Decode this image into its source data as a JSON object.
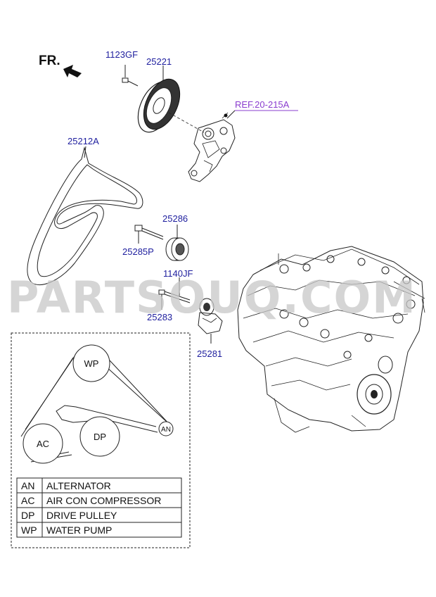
{
  "direction": {
    "label": "FR."
  },
  "watermark": "PARTSOUQ.COM",
  "parts": {
    "bolt_pulley": "1123GF",
    "pulley": "25221",
    "ref_water_pump": "REF.20-215A",
    "belt": "25212A",
    "idler": "25286",
    "idler_bolt": "25285P",
    "tensioner_bolt": "1140JF",
    "tensioner_bolt2": "25283",
    "tensioner": "25281"
  },
  "belt_layout": {
    "circles": [
      {
        "code": "WP"
      },
      {
        "code": "DP"
      },
      {
        "code": "AC"
      },
      {
        "code": "AN"
      }
    ]
  },
  "legend": [
    {
      "code": "AN",
      "name": "ALTERNATOR"
    },
    {
      "code": "AC",
      "name": "AIR CON COMPRESSOR"
    },
    {
      "code": "DP",
      "name": "DRIVE PULLEY"
    },
    {
      "code": "WP",
      "name": "WATER PUMP"
    }
  ],
  "colors": {
    "part_number": "#1e1e9e",
    "reference": "#8a3ccf",
    "watermark": "#c8c8c8"
  }
}
